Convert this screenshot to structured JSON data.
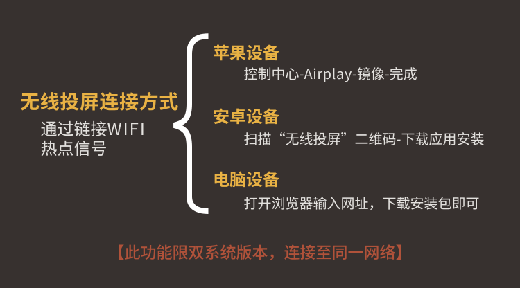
{
  "page": {
    "background_color": "#37312f"
  },
  "colors": {
    "accent_gold": "#e9b244",
    "body_text": "#e3e1de",
    "warning_red": "#b0523a",
    "brace_white": "#ffffff"
  },
  "left_panel": {
    "title": "无线投屏连接方式",
    "subtitle_line1": "通过链接WIFI",
    "subtitle_line2": "热点信号"
  },
  "sections": [
    {
      "heading": "苹果设备",
      "description": "控制中心-Airplay-镜像-完成"
    },
    {
      "heading": "安卓设备",
      "description": "扫描“无线投屏”二维码-下载应用安装"
    },
    {
      "heading": "电脑设备",
      "description": "打开浏览器输入网址，下载安装包即可"
    }
  ],
  "footer": {
    "note": "【此功能限双系统版本，连接至同一网络】"
  }
}
